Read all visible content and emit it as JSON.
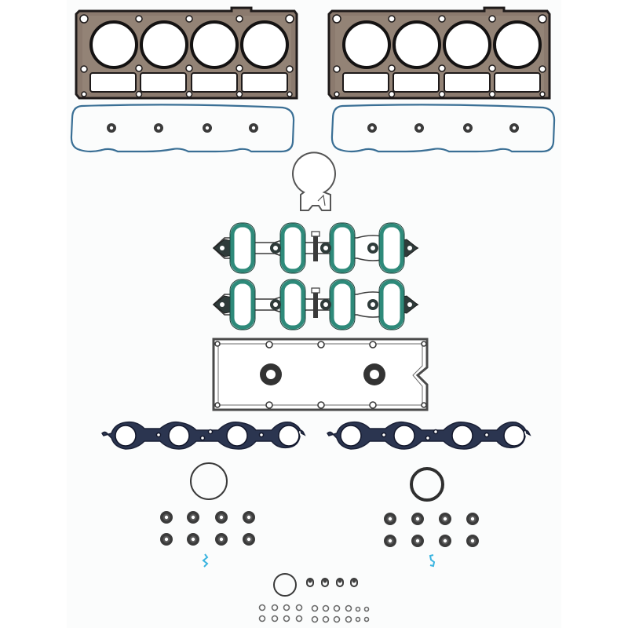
{
  "image": {
    "subject": "Engine cylinder head gasket set laid out on white background",
    "background_color": "#ffffff"
  },
  "colors": {
    "head_gasket_outline": "#1e1a1a",
    "head_gasket_fill": "#8b7a6e",
    "valve_cover_gasket": "#3a6f95",
    "intake_gasket": "#2e8a7a",
    "intake_carrier": "#3a3a3a",
    "valley_cover": "#4a4a4a",
    "exhaust_gasket": "#2b3550",
    "seal_dark": "#3b3b3b",
    "clip_blue": "#3bb4e0"
  },
  "parts": {
    "head_gaskets": [
      {
        "label": "Cylinder head gasket (left bank)",
        "bores": 4
      },
      {
        "label": "Cylinder head gasket (right bank)",
        "bores": 4
      }
    ],
    "valve_cover_gaskets": [
      {
        "label": "Valve cover gasket (left)",
        "grommets": 4
      },
      {
        "label": "Valve cover gasket (right)",
        "grommets": 4
      }
    ],
    "throttle_body_gasket": {
      "label": "Throttle body gasket"
    },
    "intake_manifold_gaskets": [
      {
        "label": "Intake manifold gasket (upper)",
        "ports": 4
      },
      {
        "label": "Intake manifold gasket (lower)",
        "ports": 4
      }
    ],
    "valley_cover_gasket": {
      "label": "Valley cover gasket",
      "seals": 2,
      "bolt_holes": 10
    },
    "exhaust_manifold_gaskets": [
      {
        "label": "Exhaust manifold gasket (left)",
        "ports": 4
      },
      {
        "label": "Exhaust manifold gasket (right)",
        "ports": 4
      }
    ],
    "o_rings": [
      {
        "label": "O-ring (thin, left)"
      },
      {
        "label": "O-ring (thick, right)"
      }
    ],
    "valve_stem_seal_groups": [
      {
        "label": "Valve stem seals (left group)",
        "count": 8
      },
      {
        "label": "Valve stem seals (right group)",
        "count": 8
      }
    ],
    "clips": [
      {
        "label": "Retaining clip (left)"
      },
      {
        "label": "Retaining clip (right)"
      }
    ],
    "small_parts": {
      "label": "Small O-rings and grommets",
      "large_o_ring": 1,
      "grommets": 4,
      "small_o_rings": 20
    }
  }
}
